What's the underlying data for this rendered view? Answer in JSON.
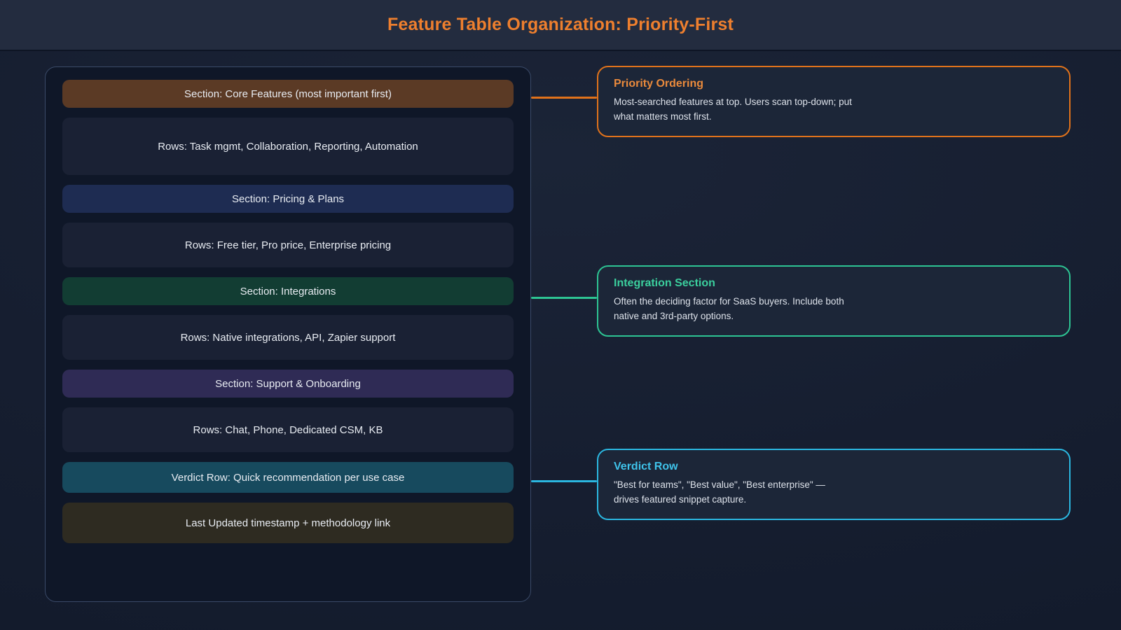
{
  "header": {
    "title": "Feature Table Organization: Priority-First",
    "title_color": "#ee7f2e",
    "bg": "#232c3f"
  },
  "panel": {
    "bg": "#0f1728",
    "border_color": "#3a4a68",
    "rows": [
      {
        "label": "Section: Core Features (most important first)",
        "kind": "section",
        "bg": "#5b3a25"
      },
      {
        "label": "Rows: Task mgmt, Collaboration, Reporting, Automation",
        "kind": "rows",
        "bg": "#1a2134"
      },
      {
        "label": "Section: Pricing & Plans",
        "kind": "section",
        "bg": "#1e2c52"
      },
      {
        "label": "Rows: Free tier, Pro price, Enterprise pricing",
        "kind": "rows",
        "bg": "#1a2134"
      },
      {
        "label": "Section: Integrations",
        "kind": "section",
        "bg": "#123d33"
      },
      {
        "label": "Rows: Native integrations, API, Zapier support",
        "kind": "rows",
        "bg": "#1a2134"
      },
      {
        "label": "Section: Support & Onboarding",
        "kind": "section",
        "bg": "#2f2b55"
      },
      {
        "label": "Rows: Chat, Phone, Dedicated CSM, KB",
        "kind": "rows",
        "bg": "#1a2134"
      },
      {
        "label": "Verdict Row: Quick recommendation per use case",
        "kind": "verdict",
        "bg": "#174a5e"
      },
      {
        "label": "Last Updated timestamp + methodology link",
        "kind": "footer",
        "bg": "#2e2b21"
      }
    ]
  },
  "callouts": [
    {
      "title": "Priority Ordering",
      "body": "Most-searched features at top. Users scan top-down; put\nwhat matters most first.",
      "accent": "#e0721b",
      "title_color": "#ea8a3c"
    },
    {
      "title": "Integration Section",
      "body": "Often the deciding factor for SaaS buyers. Include both\nnative and 3rd-party options.",
      "accent": "#2dc493",
      "title_color": "#3bcf9d"
    },
    {
      "title": "Verdict Row",
      "body": "\"Best for teams\", \"Best value\", \"Best enterprise\" —\ndrives featured snippet capture.",
      "accent": "#2bb7e0",
      "title_color": "#3fc3ea"
    }
  ]
}
